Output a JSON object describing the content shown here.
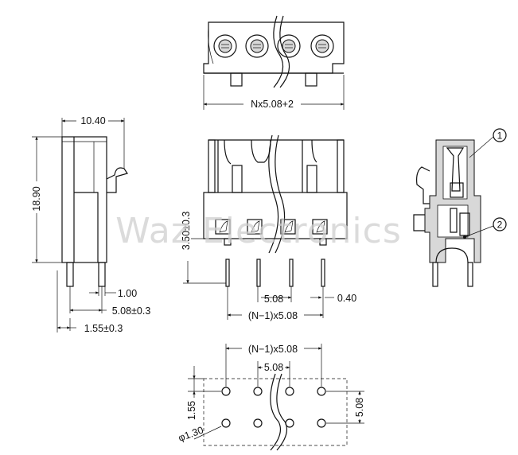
{
  "watermark": "Waz Electronics",
  "top_view": {
    "width_label": "Nx5.08+2"
  },
  "side_view": {
    "width_label": "10.40",
    "height_label": "18.90",
    "pin_label": "1.00",
    "pin_offset_label": "5.08±0.3",
    "base_offset_label": "1.55±0.3"
  },
  "front_view": {
    "pin_length_label": "3.50±0.3",
    "pitch_label": "5.08",
    "pin_width_label": "0.40",
    "span_label": "(N−1)x5.08"
  },
  "section_view": {
    "callouts": [
      "1",
      "2"
    ]
  },
  "pcb_layout": {
    "span_label": "(N−1)x5.08",
    "pitch_label": "5.08",
    "row_pitch_label": "5.08",
    "row_offset_label": "1.55",
    "hole_label": "φ1.30"
  },
  "colors": {
    "line": "#111111",
    "watermark": "#cfcfcf",
    "fill": "#d8d8d8"
  }
}
